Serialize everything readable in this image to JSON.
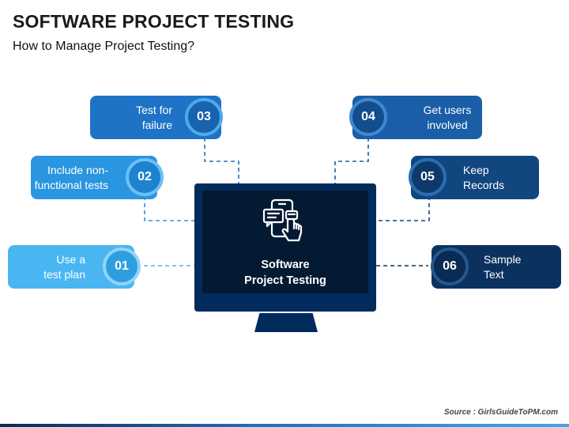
{
  "header": {
    "title": "SOFTWARE PROJECT TESTING",
    "subtitle": "How to Manage Project Testing?"
  },
  "center": {
    "label_line1": "Software",
    "label_line2": "Project Testing",
    "icon": "mobile-touch-chat-icon"
  },
  "steps": [
    {
      "number": "01",
      "line1": "Use a",
      "line2": "test plan",
      "color": "#49b6f2"
    },
    {
      "number": "02",
      "line1": "Include non-",
      "line2": "functional tests",
      "color": "#2a95e0"
    },
    {
      "number": "03",
      "line1": "Test for",
      "line2": "failure",
      "color": "#1e73c6"
    },
    {
      "number": "04",
      "line1": "Get users",
      "line2": "involved",
      "color": "#1a5ea8"
    },
    {
      "number": "05",
      "line1": "Keep",
      "line2": "Records",
      "color": "#11467f"
    },
    {
      "number": "06",
      "line1": "Sample",
      "line2": "Text",
      "color": "#0b325f"
    }
  ],
  "footer": {
    "source": "Source : GirlsGuideToPM.com"
  }
}
